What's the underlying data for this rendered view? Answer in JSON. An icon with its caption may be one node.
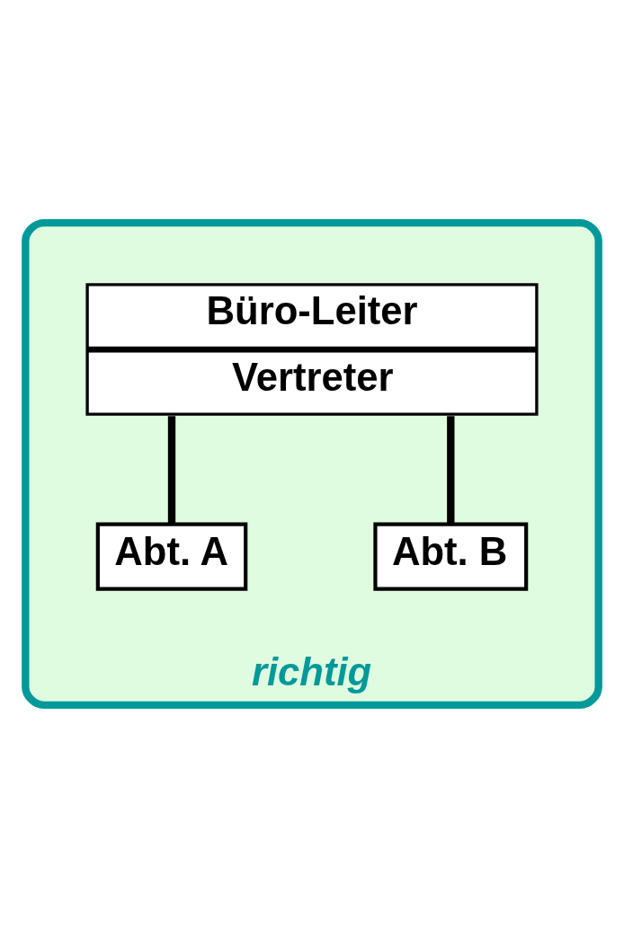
{
  "diagram": {
    "nodes": [
      {
        "text": [
          "richtig"
        ]
      },
      {
        "text": [
          "Büro-Leiter",
          "Vertreter"
        ],
        "in": 0
      },
      {
        "text": [
          "Abt. A"
        ],
        "in": 0
      },
      {
        "text": [
          "Abt. B"
        ],
        "in": 0
      }
    ],
    "edges": [
      {
        "from": 1,
        "to": 2,
        "arrow": "none"
      },
      {
        "from": 1,
        "to": 3,
        "arrow": "none"
      }
    ]
  }
}
